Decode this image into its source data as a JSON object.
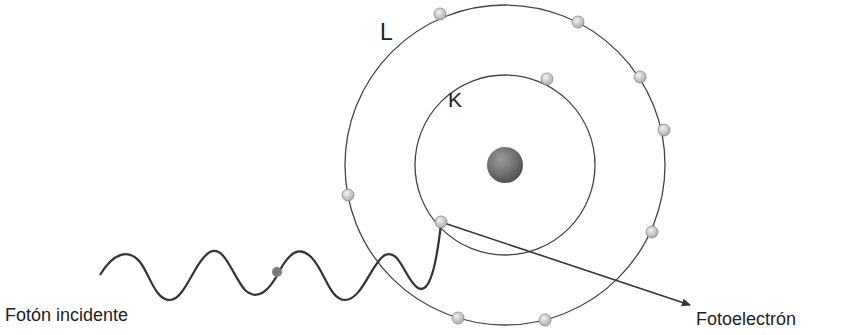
{
  "diagram": {
    "labels": [
      "L",
      "K",
      "Fotón incidente",
      "Fotoelectrón"
    ]
  }
}
